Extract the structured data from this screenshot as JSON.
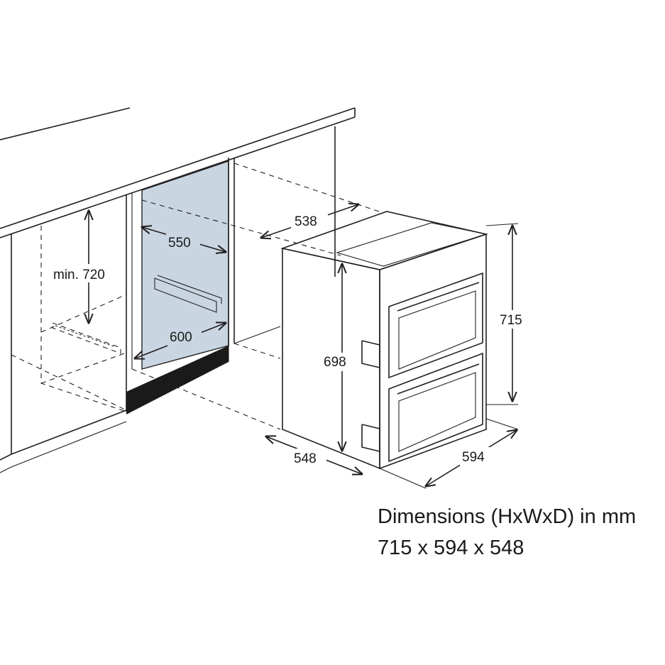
{
  "dimensions": {
    "cabinet_depth": "538",
    "niche_depth": "550",
    "niche_height": "min. 720",
    "niche_width": "600",
    "oven_height_total": "715",
    "oven_height_body": "698",
    "oven_depth": "548",
    "oven_width": "594"
  },
  "caption": {
    "title": "Dimensions (HxWxD) in mm",
    "values": "715 x 594 x 548"
  },
  "colors": {
    "niche_fill": "#c9d6e2",
    "plinth": "#1a1a1a",
    "line": "#231f20"
  }
}
